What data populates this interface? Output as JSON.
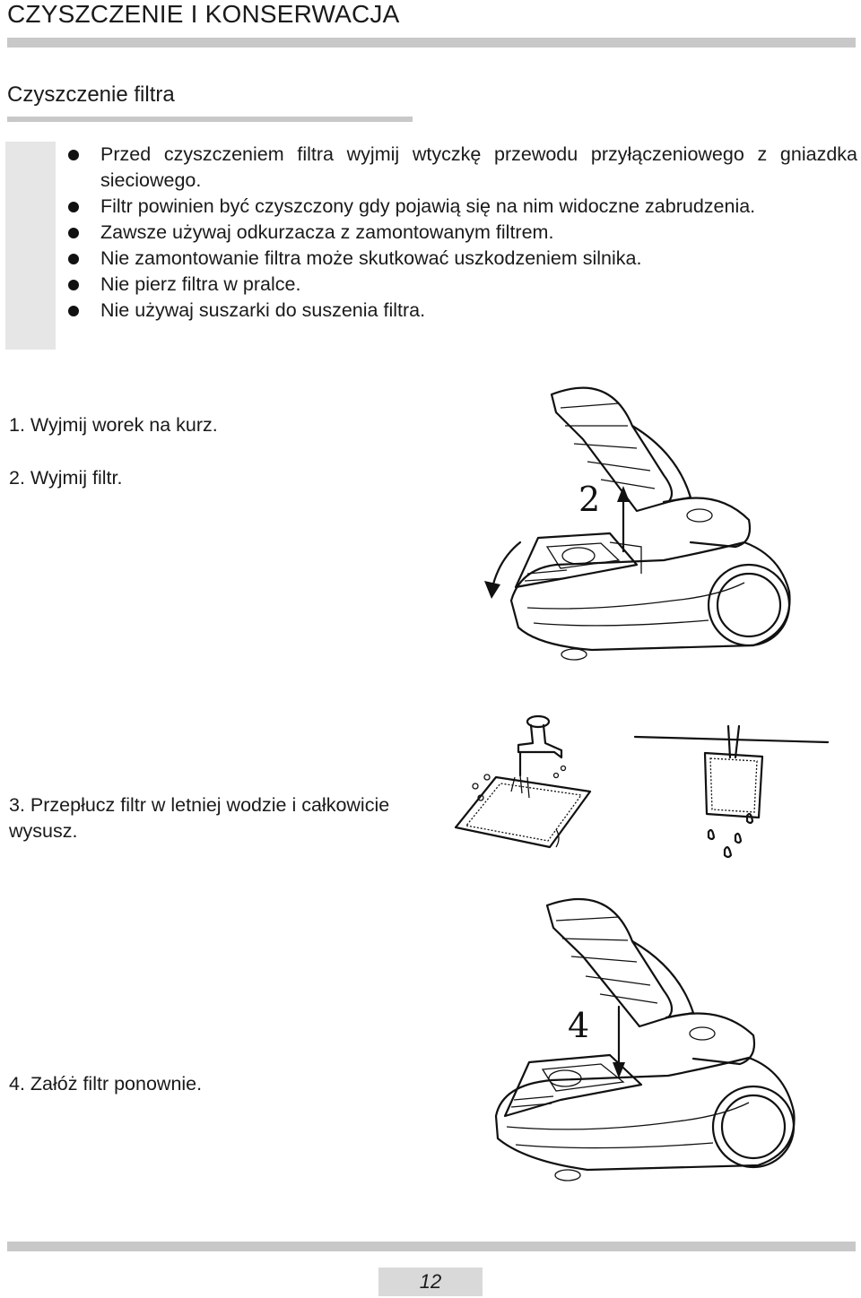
{
  "header": {
    "title": "CZYSZCZENIE I KONSERWACJA",
    "section_title": "Czyszczenie filtra"
  },
  "notes": [
    "Przed czyszczeniem filtra wyjmij wtyczkę przewodu przyłączeniowego z gniazdka sieciowego.",
    "Filtr powinien być czyszczony gdy pojawią się na nim widoczne zabrudzenia.",
    "Zawsze używaj odkurzacza z zamontowanym filtrem.",
    "Nie zamontowanie filtra może skutkować uszkodzeniem silnika.",
    "Nie pierz filtra w pralce.",
    "Nie używaj suszarki do suszenia filtra."
  ],
  "steps": [
    "1. Wyjmij worek na kurz.",
    "2. Wyjmij filtr.",
    "3. Przepłucz filtr w letniej wodzie i całkowicie wysusz.",
    "4. Załóż filtr ponownie."
  ],
  "figures": {
    "fig2_label": "2",
    "fig4_label": "4"
  },
  "footer": {
    "page_number": "12"
  },
  "colors": {
    "rule": "#c8c8c8",
    "sidebar": "#e6e6e6",
    "page_box": "#d9d9d9"
  }
}
